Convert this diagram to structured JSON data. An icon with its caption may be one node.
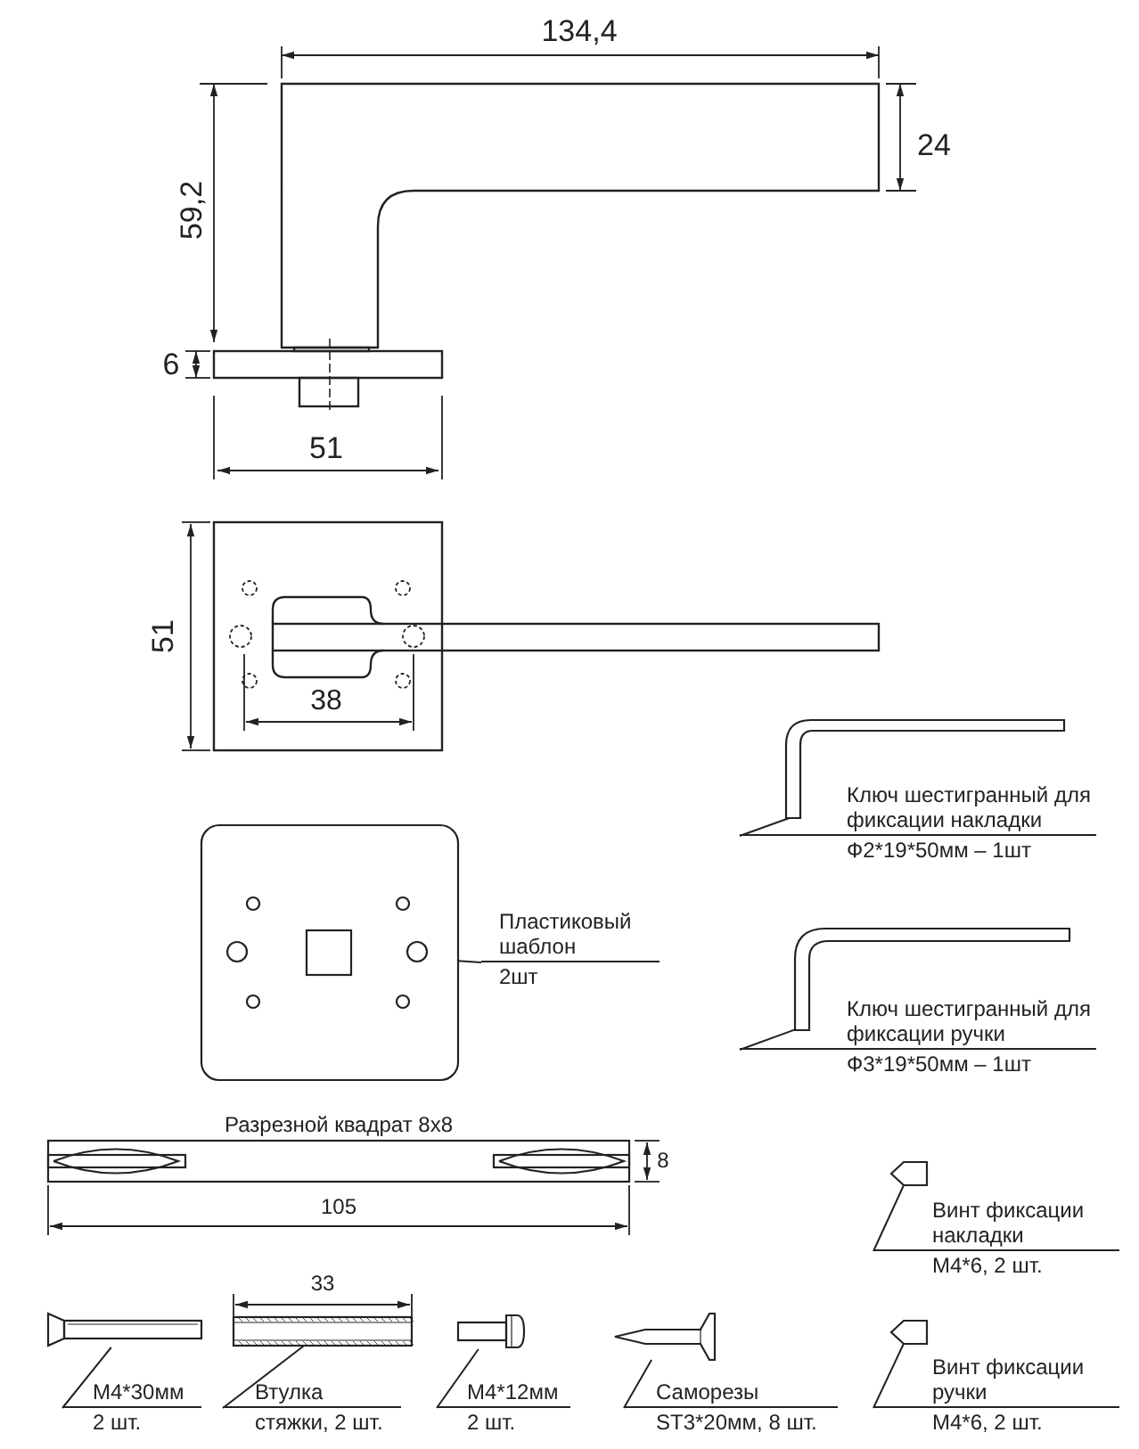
{
  "diagram": {
    "nodes": [
      {
        "text": [],
        "shape": "picture"
      },
      {
        "text": [
          "Ключ шестигранный для фиксации накладки",
          "Ф2*19*50мм – 1шт"
        ]
      },
      {
        "text": [],
        "shape": "picture"
      },
      {
        "text": [
          "Пластиковый шаблон",
          "2шт"
        ]
      },
      {
        "text": [],
        "shape": "picture"
      },
      {
        "text": [
          "Ключ шестигранный для фиксации ручки",
          "Ф3*19*50мм – 1шт"
        ]
      },
      {
        "text": [],
        "shape": "picture"
      },
      {
        "text": [
          "Винт фиксации накладки",
          "М4*6, 2 шт."
        ]
      },
      {
        "text": [],
        "shape": "picture"
      },
      {
        "text": [
          "М4*30мм",
          "2 шт."
        ]
      },
      {
        "text": [],
        "shape": "picture"
      },
      {
        "text": [
          "Втулка",
          "стяжки, 2 шт."
        ]
      },
      {
        "text": [],
        "shape": "picture"
      },
      {
        "text": [
          "М4*12мм",
          "2 шт."
        ]
      },
      {
        "text": [],
        "shape": "picture"
      },
      {
        "text": [
          "Саморезы",
          "ST3*20мм, 8 шт."
        ]
      },
      {
        "text": [],
        "shape": "picture"
      },
      {
        "text": [
          "Винт фиксации ручки",
          "М4*6, 2 шт."
        ]
      }
    ],
    "edges": [
      {
        "from": 1,
        "to": 0,
        "arrow": "none"
      },
      {
        "from": 3,
        "to": 2,
        "arrow": "none"
      },
      {
        "from": 5,
        "to": 4,
        "arrow": "none"
      },
      {
        "from": 7,
        "to": 6,
        "arrow": "none"
      },
      {
        "from": 9,
        "to": 8,
        "arrow": "none"
      },
      {
        "from": 11,
        "to": 10,
        "arrow": "none"
      },
      {
        "from": 13,
        "to": 12,
        "arrow": "none"
      },
      {
        "from": 15,
        "to": 14,
        "arrow": "none"
      },
      {
        "from": 17,
        "to": 16,
        "arrow": "none"
      }
    ],
    "labels": [
      "134,4",
      "24",
      "59,2",
      "6",
      "51",
      "51",
      "38",
      "Разрезной квадрат 8x8",
      "8",
      "105",
      "33"
    ]
  }
}
